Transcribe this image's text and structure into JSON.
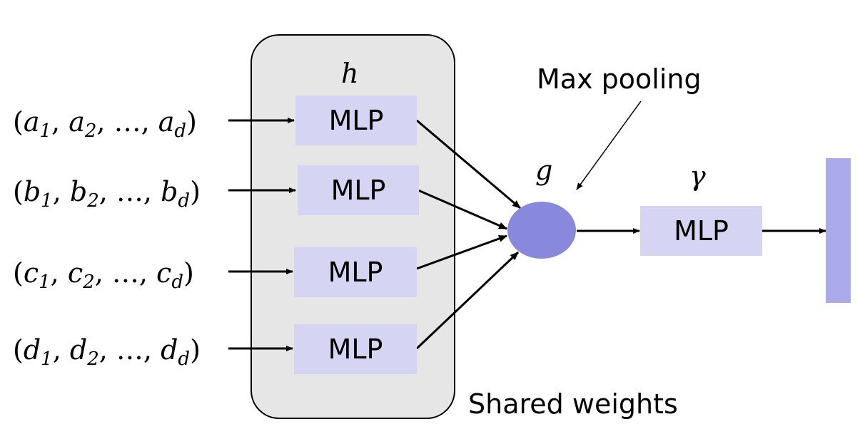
{
  "inputs": {
    "a": {
      "var": "a",
      "i1": "1",
      "i2": "2",
      "id": "d"
    },
    "b": {
      "var": "b",
      "i1": "1",
      "i2": "2",
      "id": "d"
    },
    "c": {
      "var": "c",
      "i1": "1",
      "i2": "2",
      "id": "d"
    },
    "d": {
      "var": "d",
      "i1": "1",
      "i2": "2",
      "id": "d"
    }
  },
  "separator": ", ",
  "ellipsis": "…",
  "open_paren": "(",
  "close_paren": ")",
  "shared_block": {
    "symbol": "h",
    "mlp_labels": [
      "MLP",
      "MLP",
      "MLP",
      "MLP"
    ],
    "caption": "Shared weights"
  },
  "pooling": {
    "symbol": "g",
    "caption": "Max pooling"
  },
  "output_mlp": {
    "symbol": "γ",
    "label": "MLP"
  },
  "colors": {
    "group_fill": "#e6e6e6",
    "mlp_fill": "#d5d5f3",
    "pool_node": "#8888dd",
    "output_bar": "#aaaaea"
  }
}
